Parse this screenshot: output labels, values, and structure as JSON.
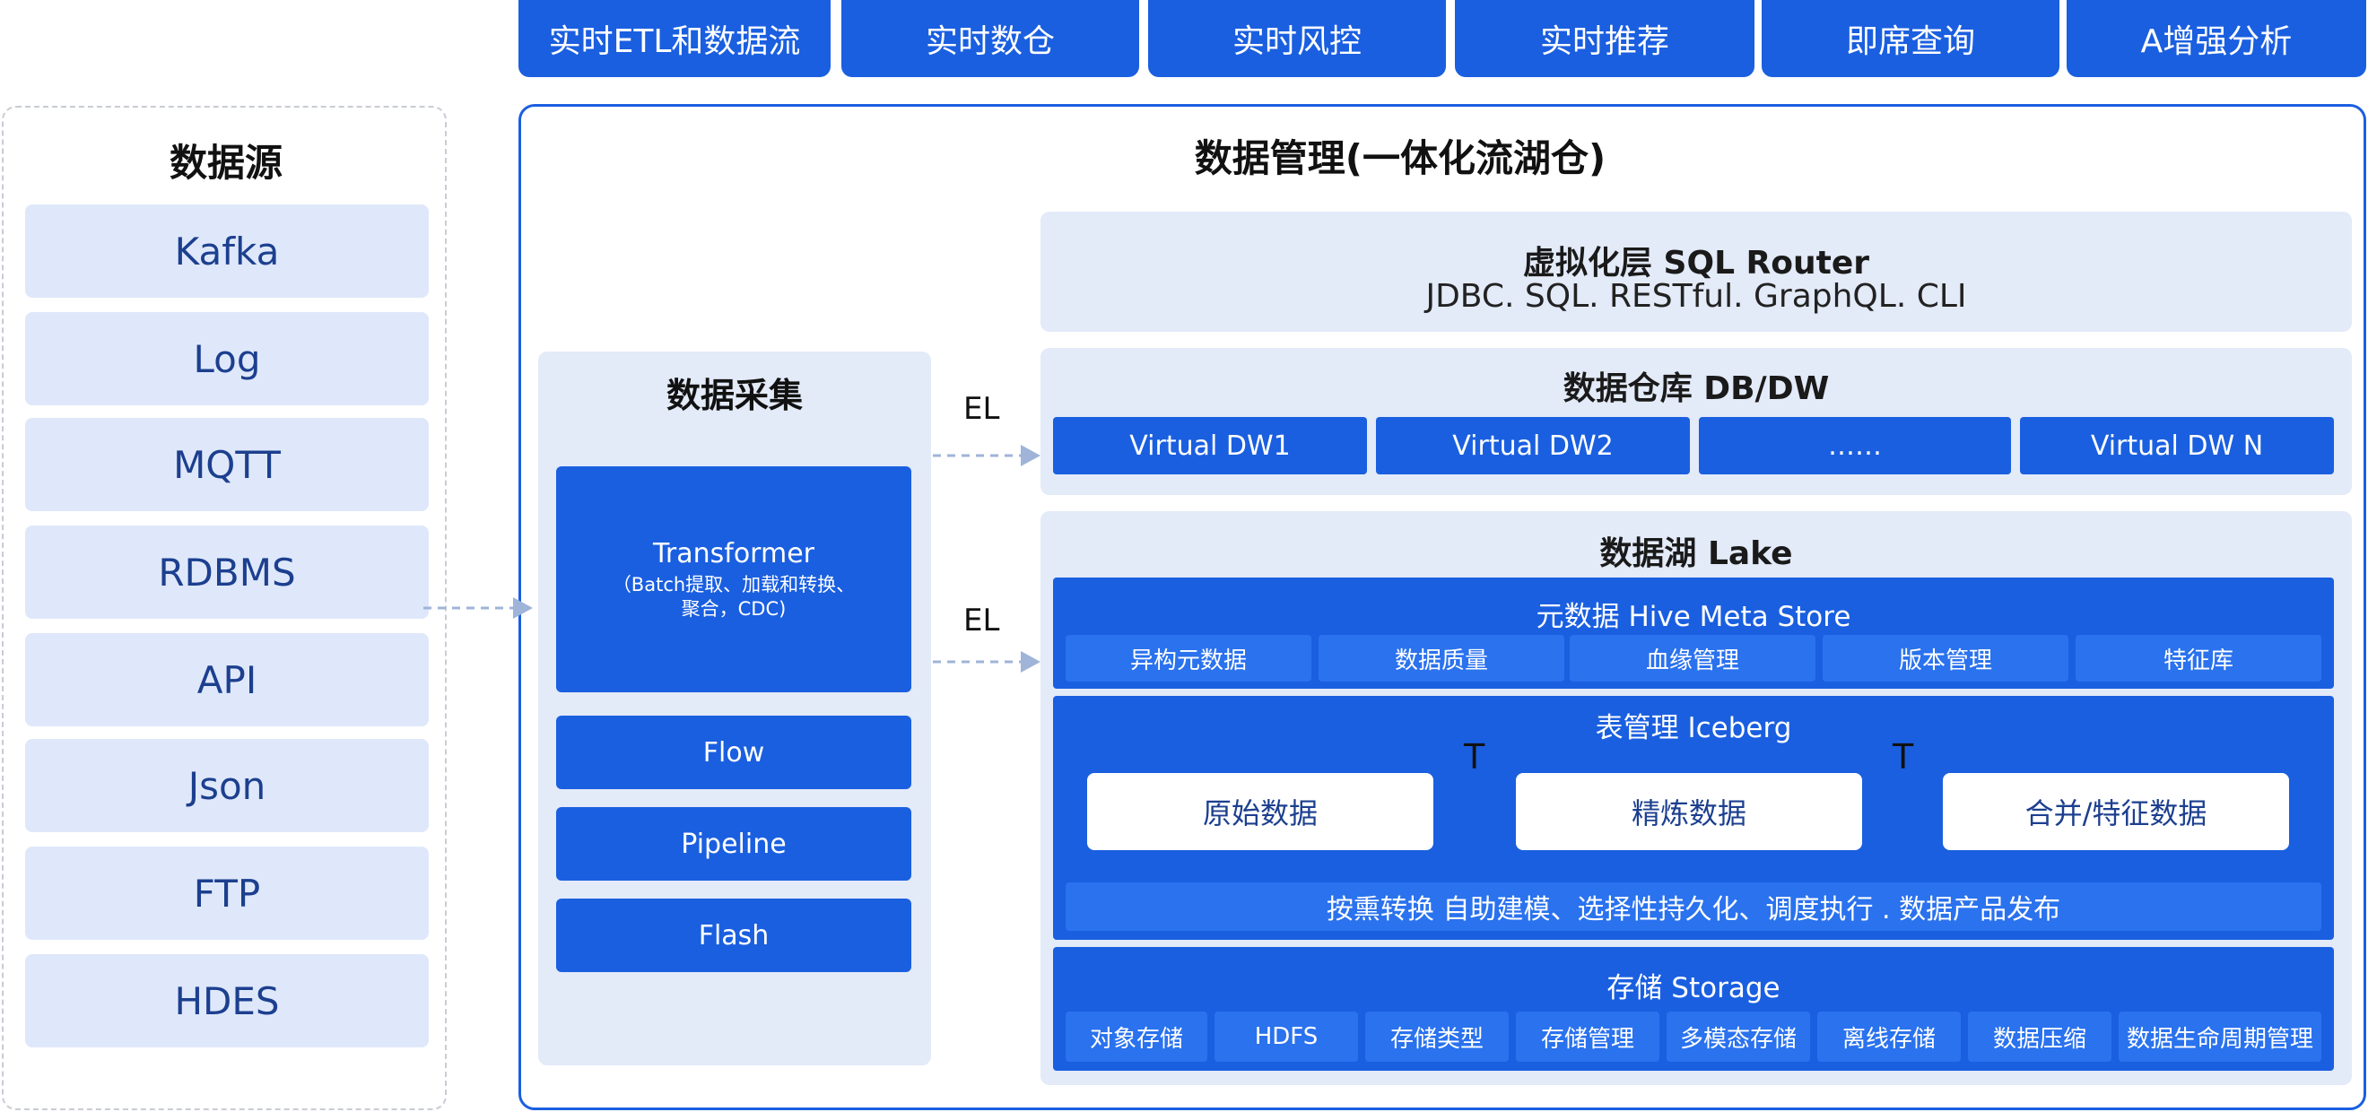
{
  "top_tabs": [
    "实时ETL和数据流",
    "实时数仓",
    "实时风控",
    "实时推荐",
    "即席查询",
    "A增强分析"
  ],
  "source": {
    "title": "数据源",
    "items": [
      "Kafka",
      "Log",
      "MQTT",
      "RDBMS",
      "API",
      "Json",
      "FTP",
      "HDES"
    ]
  },
  "main": {
    "title": "数据管理(一体化流湖仓)"
  },
  "collect": {
    "title": "数据采集",
    "transformer_title": "Transformer",
    "transformer_desc_line1": "（Batch提取、加载和转换、",
    "transformer_desc_line2": "聚合，CDC)",
    "flow": "Flow",
    "pipeline": "Pipeline",
    "flash": "Flash"
  },
  "edges": {
    "el_top": "EL",
    "el_bottom": "EL",
    "t1": "T",
    "t2": "T"
  },
  "virtual_layer": {
    "title": "虚拟化层 SQL Router",
    "subtitle": "JDBC. SQL. RESTful. GraphQL. CLI"
  },
  "warehouse": {
    "title": "数据仓库 DB/DW",
    "items": [
      "Virtual DW1",
      "Virtual DW2",
      "……",
      "Virtual DW N"
    ]
  },
  "lake": {
    "title": "数据湖 Lake",
    "meta": {
      "title": "元数据 Hive Meta Store",
      "items": [
        "异构元数据",
        "数据质量",
        "血缘管理",
        "版本管理",
        "特征库"
      ]
    },
    "table": {
      "title": "表管理 Iceberg",
      "stages": [
        "原始数据",
        "精炼数据",
        "合并/特征数据"
      ],
      "note": "按熏转换 自助建模、选择性持久化、调度执行 . 数据产品发布"
    },
    "storage": {
      "title": "存储 Storage",
      "items": [
        "对象存储",
        "HDFS",
        "存储类型",
        "存储管理",
        "多模态存储",
        "离线存储",
        "数据压缩",
        "数据生命周期管理"
      ]
    }
  },
  "colors": {
    "primary": "#1a5fe0",
    "chip": "#2a72ee",
    "panel": "#e3eaf8",
    "dash_arrow": "#9fb4d8"
  }
}
